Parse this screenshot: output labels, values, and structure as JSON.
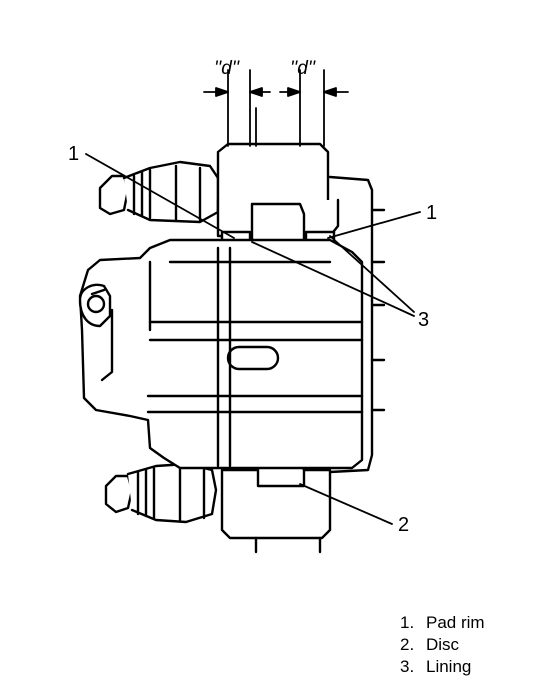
{
  "diagram": {
    "dimension_label": "''d''",
    "callouts": {
      "pad_rim": "1",
      "disc": "2",
      "lining": "3"
    },
    "legend": [
      {
        "num": "1.",
        "text": "Pad rim"
      },
      {
        "num": "2.",
        "text": "Disc"
      },
      {
        "num": "3.",
        "text": "Lining"
      }
    ],
    "colors": {
      "ink": "#000000",
      "paper": "#ffffff",
      "highlight": "#f4f4f4"
    }
  }
}
